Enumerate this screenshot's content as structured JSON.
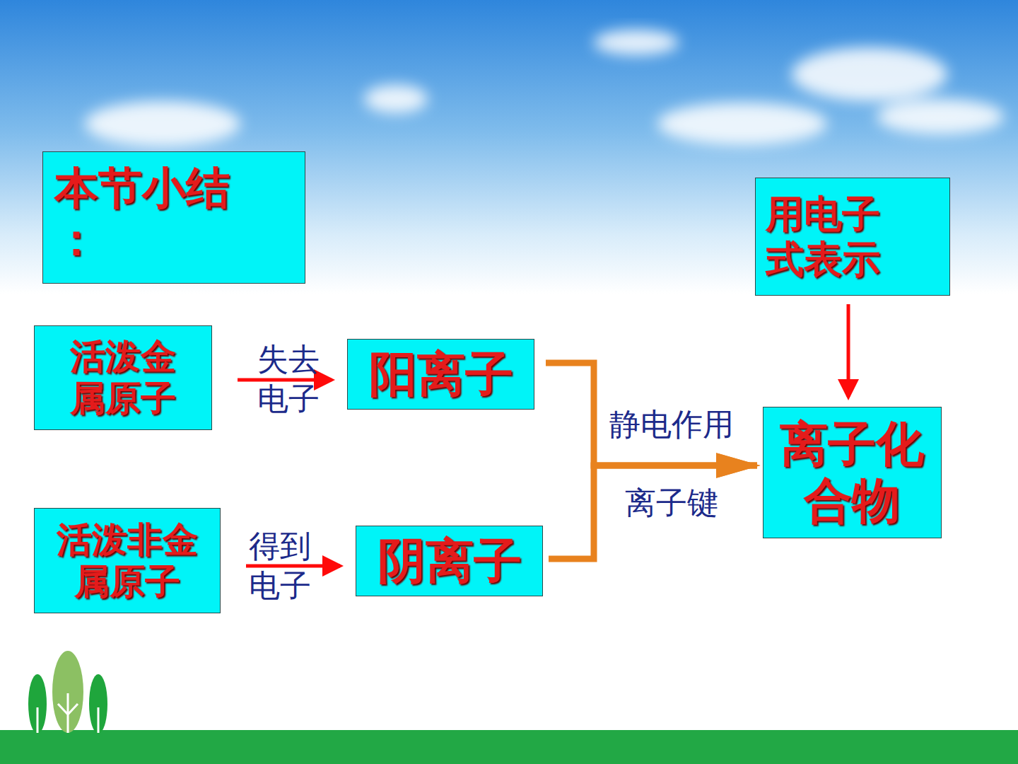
{
  "diagram": {
    "nodes": [
      {
        "text": [
          "本节小结 ："
        ]
      },
      {
        "text": [
          "用电子式表示"
        ]
      },
      {
        "text": [
          "活泼金属原子"
        ]
      },
      {
        "text": [
          "阳离子"
        ]
      },
      {
        "text": [
          "离子化合物"
        ]
      },
      {
        "text": [
          "活泼非金属原子"
        ]
      },
      {
        "text": [
          "阴离子"
        ]
      }
    ],
    "edges": [
      {
        "from": 2,
        "to": 3,
        "label": "失去 电子",
        "arrow": "to"
      },
      {
        "from": 5,
        "to": 6,
        "label": "得到 电子",
        "arrow": "to"
      },
      {
        "from": 1,
        "to": 4,
        "arrow": "to"
      },
      {
        "from": 3,
        "to": 4,
        "label": "静电作用",
        "arrow": "to"
      },
      {
        "from": 6,
        "to": 4,
        "label": "离子键",
        "arrow": "to"
      }
    ]
  }
}
